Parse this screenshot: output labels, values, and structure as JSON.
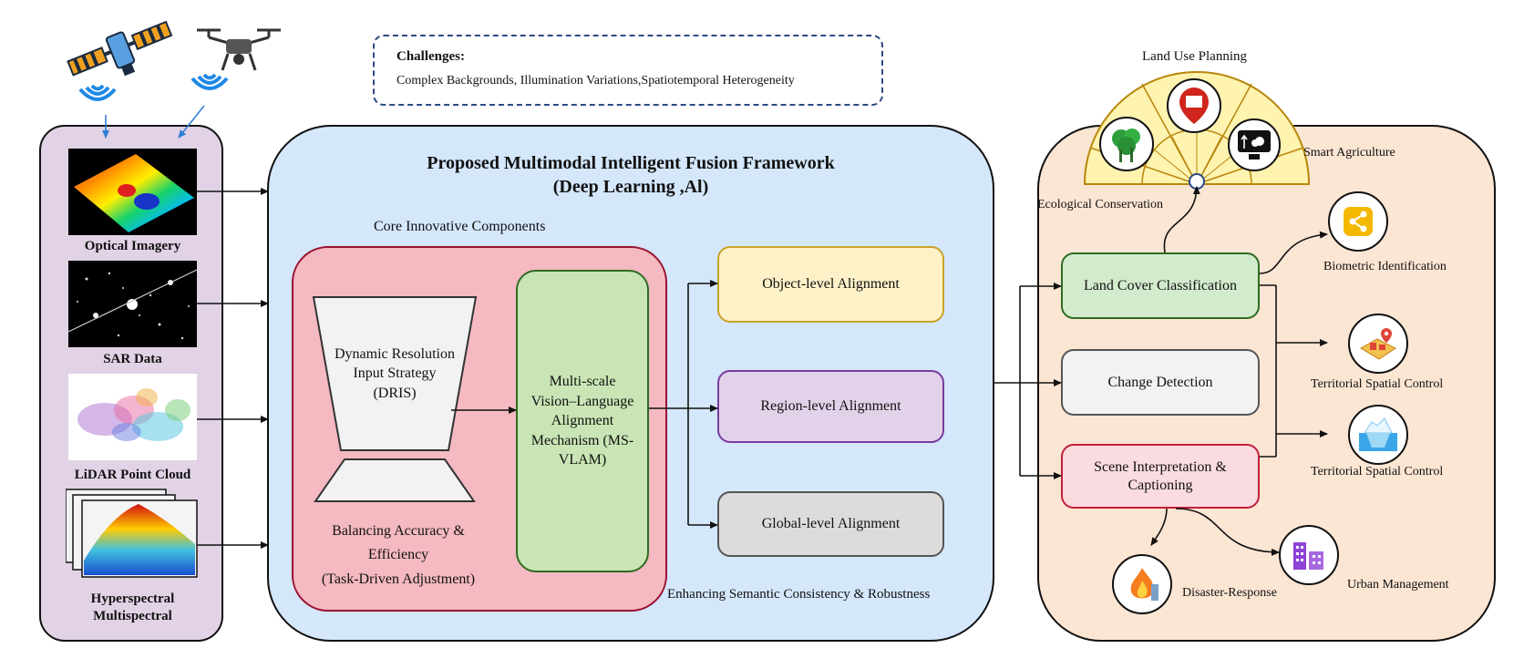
{
  "challenges": {
    "title": "Challenges:",
    "text": "Complex Backgrounds, Illumination Variations,Spatiotemporal Heterogeneity"
  },
  "inputs": {
    "items": [
      {
        "label": "Optical Imagery"
      },
      {
        "label": "SAR Data"
      },
      {
        "label": "LiDAR Point Cloud"
      },
      {
        "label_line1": "Hyperspectral",
        "label_line2": "Multispectral"
      }
    ]
  },
  "framework": {
    "title_line1": "Proposed Multimodal Intelligent Fusion Framework",
    "title_line2": "(Deep Learning ,Al)",
    "core_label": "Core Innovative Components",
    "dris": "Dynamic Resolution Input Strategy (DRIS)",
    "balance_line1": "Balancing Accuracy &",
    "balance_line2": "Efficiency",
    "balance_line3": "(Task-Driven Adjustment)",
    "msvlam": "Multi-scale Vision–Language Alignment Mechanism (MS-VLAM)",
    "alignments": [
      {
        "label": "Object-level Alignment"
      },
      {
        "label": "Region-level Alignment"
      },
      {
        "label": "Global-level Alignment"
      }
    ],
    "enhancing": "Enhancing Semantic Consistency & Robustness"
  },
  "applications": {
    "fan_title": "Land Use Planning",
    "smart_agriculture": "Smart Agriculture",
    "ecological": "Ecological Conservation",
    "tasks": [
      {
        "label": "Land Cover Classification"
      },
      {
        "label": "Change Detection"
      },
      {
        "label": "Scene Interpretation & Captioning"
      }
    ],
    "outcomes": {
      "biometric": "Biometric Identification",
      "territorial1": "Territorial Spatial Control",
      "territorial2": "Territorial Spatial Control",
      "disaster": "Disaster-Response",
      "urban": "Urban Management"
    }
  },
  "colors": {
    "input_panel": "#e1d2e6",
    "framework_panel": "#d4e7fb",
    "core_panel": "#f4b9c1",
    "msvlam": "#c9e5b5",
    "object_align": "#fdf1c8",
    "region_align": "#e2d2e9",
    "global_align": "#dcdcdc",
    "app_panel": "#fbe5d3",
    "land_cover": "#d3ebcd",
    "change_detection": "#f2f2f2",
    "scene": "#fadbe0",
    "fan": "#fff3b0"
  }
}
